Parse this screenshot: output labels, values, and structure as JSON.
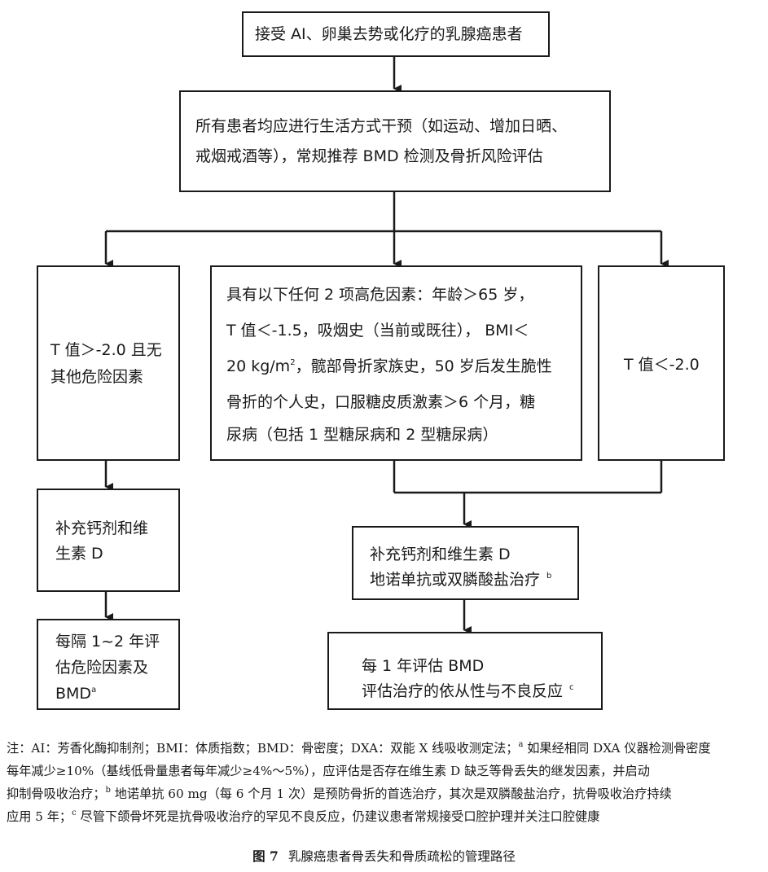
{
  "nodes": {
    "top": "接受 AI、卵巢去势或化疗的乳腺癌患者",
    "lifestyle_1": "所有患者均应进行生活方式干预（如运动、增加日晒、",
    "lifestyle_2": "戒烟戒酒等），常规推荐 BMD 检测及骨折风险评估",
    "left_1": "T 值＞-2.0 且无",
    "left_2": "其他危险因素",
    "mid_1": "具有以下任何 2 项高危因素：年龄＞65 岁，",
    "mid_2": "T 值＜-1.5，吸烟史（当前或既往），  BMI＜",
    "mid_3a": "20 kg/m",
    "mid_3_sup": "2",
    "mid_3b": "，髋部骨折家族史，50 岁后发生脆性",
    "mid_4": "骨折的个人史，口服糖皮质激素＞6 个月，糖",
    "mid_5": "尿病（包括 1 型糖尿病和 2 型糖尿病）",
    "right": "T 值＜-2.0",
    "left_calcium_1": "补充钙剂和维",
    "left_calcium_2": "生素 D",
    "left_assess_1": "每隔 1~2 年评",
    "left_assess_2": "估危险因素及",
    "left_assess_3": "BMD",
    "left_assess_sup": "a",
    "treat_1": "补充钙剂和维生素 D",
    "treat_2": "地诺单抗或双膦酸盐治疗",
    "treat_sup": "b",
    "annual_1": "每 1 年评估 BMD",
    "annual_2": "评估治疗的依从性与不良反应",
    "annual_sup": "c"
  },
  "notes": {
    "line1": "注：AI：芳香化酶抑制剂；BMI：体质指数；BMD：骨密度；DXA：双能 X 线吸收测定法；",
    "line1_sup": "a",
    "line1_end": " 如果经相同 DXA 仪器检测骨密度",
    "line2": "每年减少≥10%（基线低骨量患者每年减少≥4%～5%），应评估是否存在维生素 D 缺乏等骨丢失的继发因素，并启动",
    "line3": "抑制骨吸收治疗；",
    "line3_sup": "b",
    "line3_end": " 地诺单抗 60 mg（每 6 个月 1 次）是预防骨折的首选治疗，其次是双膦酸盐治疗，抗骨吸收治疗持续",
    "line4": "应用 5 年；",
    "line4_sup": "c",
    "line4_end": " 尽管下颌骨坏死是抗骨吸收治疗的罕见不良反应，仍建议患者常规接受口腔护理并关注口腔健康"
  },
  "caption": {
    "figure_label": "图 7",
    "title": "乳腺癌患者骨丢失和骨质疏松的管理路径"
  }
}
